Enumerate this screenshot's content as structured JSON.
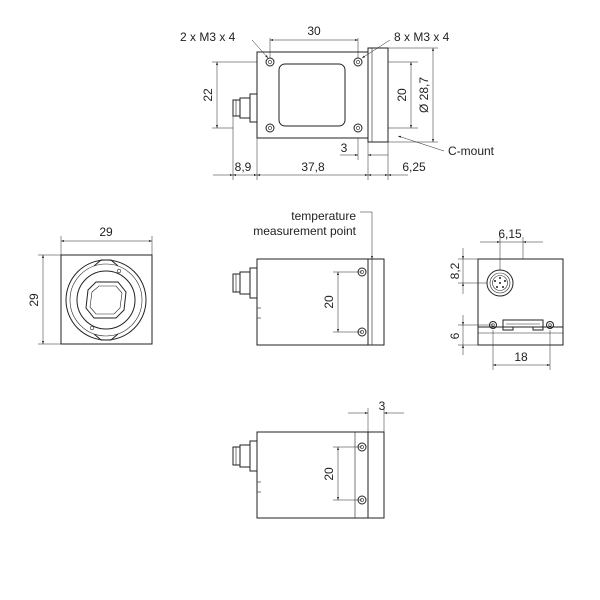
{
  "top_view": {
    "callout_holes_left": "2 x M3 x 4",
    "callout_holes_right": "8 x M3 x 4",
    "dim_width": "30",
    "dim_height_left": "22",
    "dim_height_right": "20",
    "dim_diameter": "Ø 28,7",
    "dim_offset": "3",
    "callout_mount": "C-mount",
    "dim_connector": "8,9",
    "dim_body": "37,8",
    "dim_mount": "6,25"
  },
  "front_view": {
    "dim_width": "29",
    "dim_height": "29"
  },
  "side_view": {
    "callout_temperature_line1": "temperature",
    "callout_temperature_line2": "measurement point",
    "dim_holes": "20"
  },
  "rear_view": {
    "dim_connector_offset": "6,15",
    "dim_top": "8,2",
    "dim_bottom": "6",
    "dim_width": "18"
  },
  "bottom_view": {
    "dim_offset": "3",
    "dim_holes": "20"
  }
}
